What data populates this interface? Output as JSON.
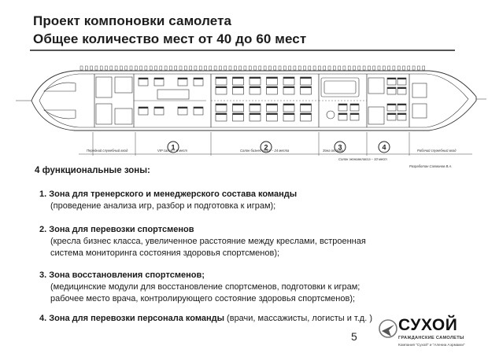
{
  "title": {
    "line1": "Проект компоновки  самолета",
    "line2": "Общее количество мест от 40 до 60 мест"
  },
  "diagram": {
    "zone_numbers": [
      "1",
      "2",
      "3",
      "4"
    ],
    "labels": {
      "front_entry": "Передний служебный вход",
      "vip_lounge": "VIP салон – 6 мест",
      "business_cabin": "Салон бизнес класс – 24 места",
      "rest_zone": "Зона отдыха",
      "health_zone": "Салон экономкласса – 10 мест",
      "rear_entry": "Рабочий служебный вход",
      "sign": "Разработан Салманов В.А."
    }
  },
  "zones": {
    "heading": "4 функциональные зоны:",
    "items": [
      {
        "title": "1. Зона для тренерского и менеджерского состава команды",
        "lines": [
          "(проведение анализа игр, разбор и подготовка к играм);"
        ]
      },
      {
        "title": "2. Зона для перевозки спортсменов",
        "lines": [
          "(кресла бизнес класса, увеличенное расстояние между креслами, встроенная",
          "система мониторинга состояния здоровья спортсменов);"
        ]
      },
      {
        "title": "3. Зона восстановления спортсменов;",
        "lines": [
          "(медицинские модули для восстановление спортсменов, подготовки к играм;",
          "рабочее место врача, контролирующего состояние здоровья спортсменов);"
        ]
      },
      {
        "title": "4. Зона для перевозки персонала команды",
        "rest": " (врачи, массажисты, логисты и т.д. )"
      }
    ]
  },
  "page_number": "5",
  "logo": {
    "word": "СУХОЙ",
    "subtitle": "ГРАЖДАНСКИЕ САМОЛЕТЫ",
    "subtitle2": "Компания \"Сухой\" и \"Алениа Аэрмакки\""
  },
  "colors": {
    "ink": "#1a1a1a",
    "line": "#333333"
  }
}
